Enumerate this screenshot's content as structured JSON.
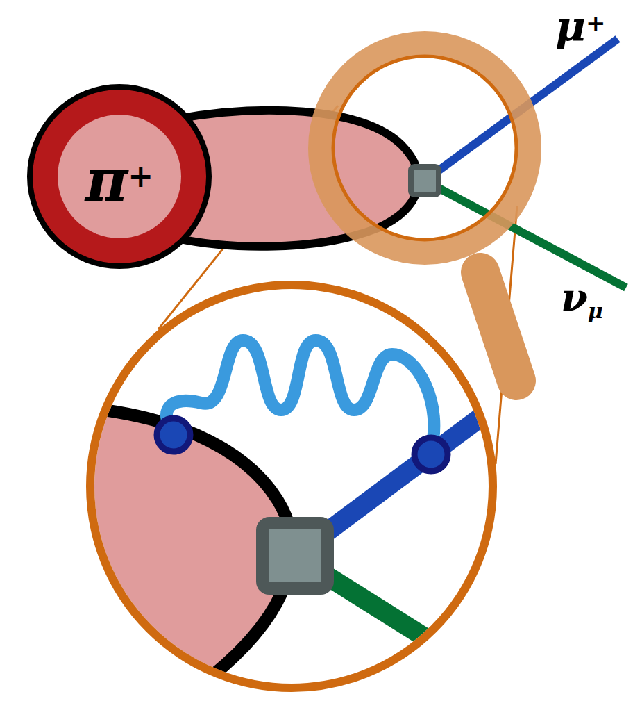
{
  "diagram": {
    "nodes": [
      {
        "text": [
          "π+"
        ]
      }
    ],
    "labels": [
      "μ+",
      "νμ"
    ]
  }
}
